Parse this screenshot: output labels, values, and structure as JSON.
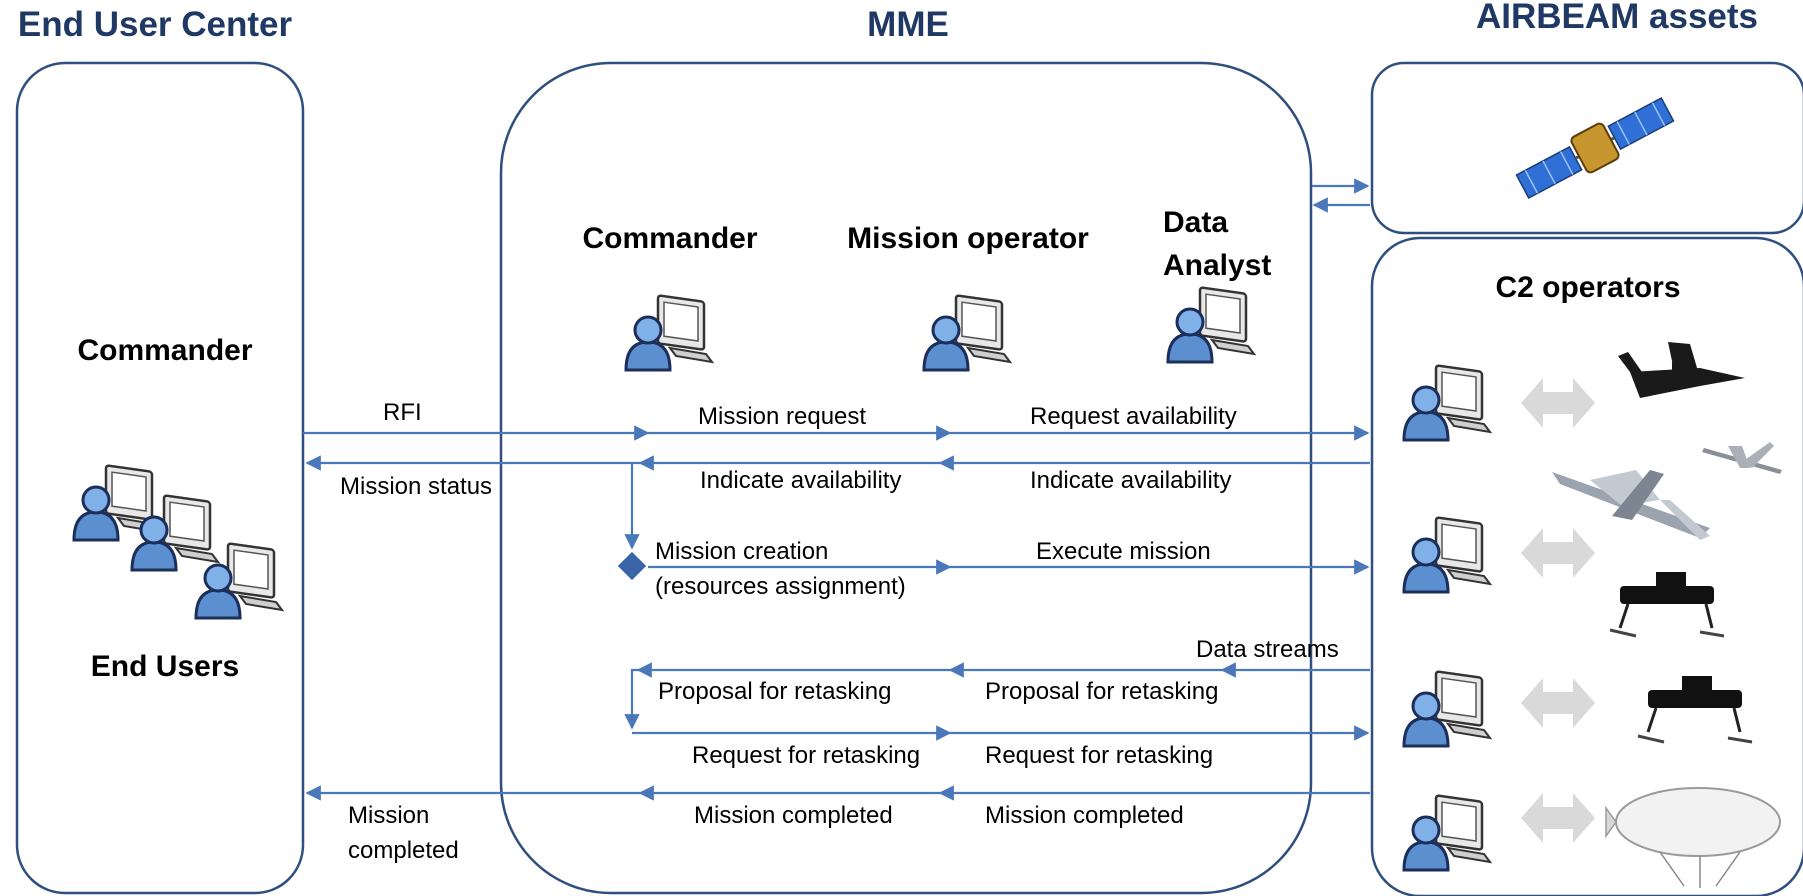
{
  "headers": {
    "end_user_center": "End User Center",
    "mme": "MME",
    "airbeam_assets": "AIRBEAM assets"
  },
  "end_user_panel": {
    "commander": "Commander",
    "end_users": "End Users"
  },
  "mme_panel": {
    "commander": "Commander",
    "mission_operator": "Mission operator",
    "data_analyst_line1": "Data",
    "data_analyst_line2": "Analyst"
  },
  "c2_panel": {
    "title": "C2 operators"
  },
  "flows": {
    "rfi": "RFI",
    "mission_status": "Mission status",
    "mission_request": "Mission request",
    "request_availability": "Request availability",
    "indicate_availability_left": "Indicate availability",
    "indicate_availability_right": "Indicate availability",
    "mission_creation_line1": "Mission creation",
    "mission_creation_line2": "(resources assignment)",
    "execute_mission": "Execute mission",
    "data_streams": "Data streams",
    "proposal_retasking_left": "Proposal for retasking",
    "proposal_retasking_right": "Proposal for retasking",
    "request_retasking_left": "Request for retasking",
    "request_retasking_right": "Request for retasking",
    "mission_completed_left_line1": "Mission",
    "mission_completed_left_line2": "completed",
    "mission_completed_mid": "Mission completed",
    "mission_completed_right": "Mission completed"
  },
  "colors": {
    "header_text": "#1f3864",
    "panel_border": "#2f4f7f",
    "arrow": "#4a78b8",
    "user_icon": "#5b8fd0",
    "double_arrow": "#d9d9d9"
  },
  "icons": {
    "satellite": "satellite-icon",
    "user_workstation": "user-workstation-icon",
    "aircraft": [
      "twin-prop-aircraft-icon",
      "small-jet-icon",
      "light-aircraft-icon",
      "drone-icon",
      "drone-icon",
      "airship-icon"
    ]
  }
}
